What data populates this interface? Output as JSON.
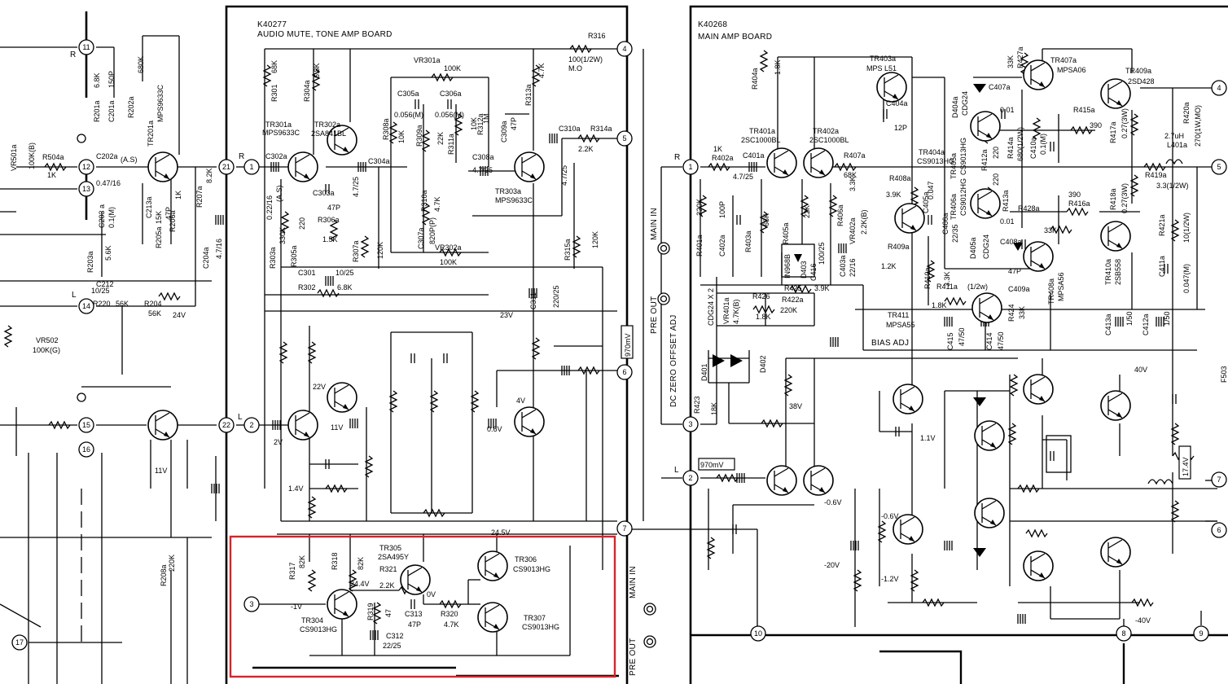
{
  "boards": {
    "tone": {
      "code": "K40277",
      "name": "AUDIO MUTE, TONE AMP BOARD"
    },
    "main": {
      "code": "K40268",
      "name": "MAIN AMP BOARD"
    }
  },
  "connector_nodes": {
    "left": [
      "11",
      "12",
      "13",
      "14",
      "15",
      "16",
      "17",
      "21",
      "22"
    ],
    "tone": [
      "1",
      "2",
      "3",
      "4",
      "5",
      "6",
      "7"
    ],
    "main": [
      "1",
      "2",
      "3",
      "4",
      "5",
      "6",
      "7",
      "8",
      "9",
      "10"
    ]
  },
  "channel_marks": {
    "r": "R",
    "l": "L"
  },
  "jack_labels": {
    "main_in": "MAIN IN",
    "pre_out": "PRE OUT"
  },
  "adj_labels": {
    "dc_zero": "DC ZERO OFFSET ADJ",
    "bias": "BIAS ADJ"
  },
  "left_labels": {
    "r201": "R201a",
    "c201": "C201a",
    "c201v": "150P",
    "r201v": "6.8K",
    "r202": "R202a",
    "r202v": "680K",
    "tr201": "TR201a",
    "tr201t": "MPS9633C",
    "vr501": "VR501a",
    "vr501v": "100K(B)",
    "r504": "R504a",
    "r504v": "1K",
    "c202": "C202a",
    "c202x": "(A.S)",
    "c202v": "0.47/16",
    "c203": "C203 a",
    "c203v": "0.1(M)",
    "c213": "C213a",
    "c213v": "47P",
    "r205": "R205a",
    "r205v": "15K",
    "r206": "R206a",
    "r206v": "1K",
    "r203": "R203a",
    "r203v": "5.6K",
    "c204": "C204a",
    "c204v": "4.7/16",
    "r207": "R207a",
    "r207v": "8.2K",
    "c212": "C212",
    "c212v": "10/25",
    "r220": "R220",
    "r220v": "56K",
    "r204": "R204",
    "r204v": "56K",
    "v24": "24V",
    "vr502": "VR502",
    "vr502v": "100K(G)",
    "v11": "11V",
    "r208": "R208a",
    "r208v": "220K"
  },
  "tone_labels": {
    "r301": "R301",
    "r301v": "68K",
    "r304": "R304a",
    "r304v": "6.8K",
    "tr302": "TR302a",
    "tr302t": "2SA841BL",
    "tr301": "TR301a",
    "tr301t": "MPS9633C",
    "c302": "C302a",
    "c302v": "0.22/16",
    "c302x": "(A.S)",
    "r303": "R303a",
    "r303v": "330K",
    "r305": "R305a",
    "r305v": "220",
    "c303": "C303a",
    "c303v": "47P",
    "r306": "R306a",
    "r306v": "1.5K",
    "c304": "C304a",
    "c304v": "4.7/25",
    "r307": "R307a",
    "r307v": "120K",
    "c301": "C301",
    "c301v": "10/25",
    "r302": "R302",
    "r302v": "6.8K",
    "vr301": "VR301a",
    "vr301v": "100K",
    "c305": "C305a",
    "c305v": "0.056(M)",
    "c306": "C306a",
    "c306v": "0.056(M)",
    "r308": "R308a",
    "r308v": "10K",
    "r309": "R309a",
    "r309v": "22K",
    "r311": "R311a",
    "r311v": "10K",
    "r312": "R312a",
    "r312v": "1M",
    "c309": "C309a",
    "c309v": "47P",
    "r310": "R310a",
    "r310v": "4.7K",
    "c307": "C307a",
    "c307v": "820P(P)",
    "vr302": "VR302a",
    "vr302v": "100K",
    "c308": "C308a",
    "c308v": "4.7/25",
    "tr303": "TR303a",
    "tr303t": "MPS9633C",
    "r313": "R313a",
    "r313v": "4.7K",
    "r316": "R316",
    "r316v": "100(1/2W)",
    "r316t": "M.O",
    "c310": "C310a",
    "c310v": "4.7/25",
    "r314": "R314a",
    "r314v": "2.2K",
    "r315": "R315a",
    "r315v": "120K",
    "c311": "C311",
    "c311v": "220/25",
    "v23": "23V",
    "v22": "22V",
    "v11": "11V",
    "v2": "2V",
    "v14": "1.4V",
    "v4": "4V",
    "v06": "0.6V",
    "v245": "24.5V",
    "v970": "970mV"
  },
  "mute_labels": {
    "r317": "R317",
    "r317v": "82K",
    "r318": "R318",
    "r318v": "82K",
    "tr305": "TR305",
    "tr305t": "2SA495Y",
    "r321": "R321",
    "r321v": "2.2K",
    "tr306": "TR306",
    "tr306t": "CS9013HG",
    "v244": "24.4V",
    "v0": "0V",
    "vm1": "-1V",
    "r319": "R319",
    "r319v": "47",
    "c313": "C313",
    "c313v": "47P",
    "r320": "R320",
    "r320v": "4.7K",
    "tr307": "TR307",
    "tr307t": "CS9013HG",
    "tr304": "TR304",
    "tr304t": "CS9013HG",
    "c312": "C312",
    "c312v": "22/25"
  },
  "main_labels": {
    "r404": "R404a",
    "r404v": "1.8K",
    "tr403": "TR403a",
    "tr403t": "MPS L51",
    "c404": "C404a",
    "c404v": "12P",
    "tr401": "TR401a",
    "tr401t": "2SC1000BL",
    "tr402": "TR402a",
    "tr402t": "2SC1000BL",
    "r402": "R402a",
    "r402v": "1K",
    "c401": "C401a",
    "c401v": "4.7/25",
    "r407": "R407a",
    "r407v": "68K",
    "tr404": "TR404a",
    "tr404t": "CS9013HG",
    "r401": "R401a",
    "r401v": "220K",
    "c402": "C402a",
    "c402v": "100P",
    "r403": "R403a",
    "r403v": "68K",
    "r405": "R405a",
    "r405v": "22K",
    "r406": "R406a",
    "r406v": "3.3K",
    "r408": "R408a",
    "r408v": "3.9K",
    "c405": "C405a",
    "c405v": "0.047",
    "vr402": "VR402a",
    "vr402v": "2.2K(B)",
    "r409": "R409a",
    "r409v": "1.2K",
    "d403": "D403",
    "d403t": "IN968B",
    "c416": "C416",
    "c416v": "100/25",
    "c403": "C403a",
    "c403v": "22/16",
    "d404": "D404a",
    "d404t": "CDG24",
    "c407": "C407a",
    "c407v": "0.01",
    "tr405": "TR405a",
    "tr405t": "CS9013HG",
    "r412": "R412a",
    "r412v": "220",
    "tr406": "TR406a",
    "tr406t": "CS9012HG",
    "r413": "R413a",
    "r413v": "220",
    "r427": "R427a",
    "r427v": "33K",
    "tr407": "TR407a",
    "tr407t": "MPSA06",
    "r414": "R414a",
    "r414v": "680(1/2W)",
    "c410": "C410a",
    "c410v": "0.1(M)",
    "r415": "R415a",
    "r415v": "390",
    "tr409": "TR409a",
    "tr409t": "2SD428",
    "r417": "R417a",
    "r417v": "0.27(3W)",
    "l401": "L401a",
    "l401v": "2.7uH",
    "r420": "R420a",
    "r420v": "270(1W,MO)",
    "r419": "R419a",
    "r419v": "3.3(1/2W)",
    "r418": "R418a",
    "r418v": "0.27(3W)",
    "r416": "R416a",
    "r416v": "390",
    "r421": "R421a",
    "r421v": "10(1/2W)",
    "c411": "C411a",
    "c411v": "0.047(M)",
    "r428": "R428a",
    "r428v": "33K",
    "c406": "C406a",
    "c406v": "22/35",
    "c408": "C408a",
    "c408v": "0.01",
    "d405": "D405a",
    "d405t": "CDG24",
    "tr408": "TR408a",
    "tr408t": "MPSA56",
    "c409": "C409a",
    "c409v": "47P",
    "tr410": "TR410a",
    "tr410t": "2SB558",
    "r410": "R410a",
    "r410v": "3.3K",
    "r411": "R411a",
    "r411v": "1.8K",
    "r411x": "(1/2w)",
    "r424": "R424",
    "r424v": "33K",
    "tr411": "TR411",
    "tr411t": "MPSA55",
    "r425": "R425",
    "r425v": "3.9K",
    "r426": "R426",
    "r426v": "1.8K",
    "r422": "R422a",
    "r422v": "220K",
    "vr401": "VR401a",
    "vr401v": "4.7K(B)",
    "cdg": "CDG24 X 2",
    "d401": "D401",
    "d402": "D402",
    "c415": "C415",
    "c415v": "47/50",
    "c414": "C414",
    "c414v": "47/50",
    "c413": "C413a",
    "c413v": "1/50",
    "c412": "C412a",
    "c412v": "1/50",
    "r423": "R423",
    "r423v": "18K",
    "v40": "40V",
    "vm40": "-40V",
    "v38": "38V",
    "v11": "1.1V",
    "vm06a": "-0.6V",
    "vm06b": "-0.6V",
    "vm20": "-20V",
    "vm12": "-1.2V",
    "v174": "17.4V",
    "v970": "970mV",
    "f503": "F503"
  }
}
